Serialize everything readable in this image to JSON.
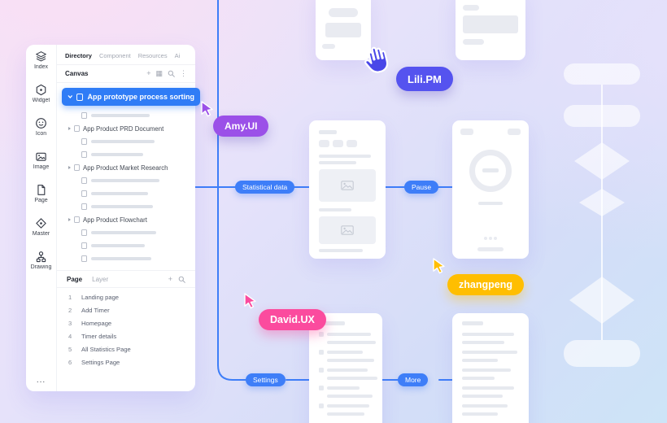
{
  "colors": {
    "accent_blue": "#3E7EF8",
    "selected_blue": "#2F7CF6",
    "lili_pm": "#5553EF",
    "amy_ui": "#9B50E8",
    "zhangpeng": "#FFBE00",
    "david_ux": "#FB4B9E"
  },
  "toolbar": {
    "items": [
      {
        "label": "Index",
        "icon": "layers-icon"
      },
      {
        "label": "Widget",
        "icon": "widget-icon"
      },
      {
        "label": "Icon",
        "icon": "smiley-icon"
      },
      {
        "label": "Image",
        "icon": "image-icon"
      },
      {
        "label": "Page",
        "icon": "page-icon"
      },
      {
        "label": "Master",
        "icon": "master-icon"
      },
      {
        "label": "Drawing",
        "icon": "drawing-icon"
      }
    ],
    "more_label": "..."
  },
  "panel": {
    "tabs": [
      {
        "label": "Directory"
      },
      {
        "label": "Component"
      },
      {
        "label": "Resources"
      },
      {
        "label": "Ai"
      }
    ],
    "canvas_label": "Canvas",
    "selected_item_label": "App prototype process sorting",
    "tree_sections": [
      {
        "label": "App Product PRD Document"
      },
      {
        "label": "App Product Market Research"
      },
      {
        "label": "App Product Flowchart"
      }
    ],
    "bottom_tabs": [
      {
        "label": "Page"
      },
      {
        "label": "Layer"
      }
    ],
    "pages": [
      {
        "num": "1",
        "name": "Landing page"
      },
      {
        "num": "2",
        "name": "Add Timer"
      },
      {
        "num": "3",
        "name": "Homepage"
      },
      {
        "num": "4",
        "name": "Timer details"
      },
      {
        "num": "5",
        "name": "All Statistics Page"
      },
      {
        "num": "6",
        "name": "Settings Page"
      }
    ]
  },
  "flow": {
    "nodes": [
      {
        "label": "Statistical data"
      },
      {
        "label": "Pause"
      },
      {
        "label": "Settings"
      },
      {
        "label": "More"
      }
    ]
  },
  "collaborators": [
    {
      "name": "Lili.PM",
      "color": "#5553EF",
      "cursor": "hand-cursor"
    },
    {
      "name": "Amy.UI",
      "color": "#9B50E8",
      "cursor": "arrow-cursor"
    },
    {
      "name": "zhangpeng",
      "color": "#FFBE00",
      "cursor": "arrow-cursor"
    },
    {
      "name": "David.UX",
      "color": "#FB4B9E",
      "cursor": "arrow-cursor"
    }
  ]
}
